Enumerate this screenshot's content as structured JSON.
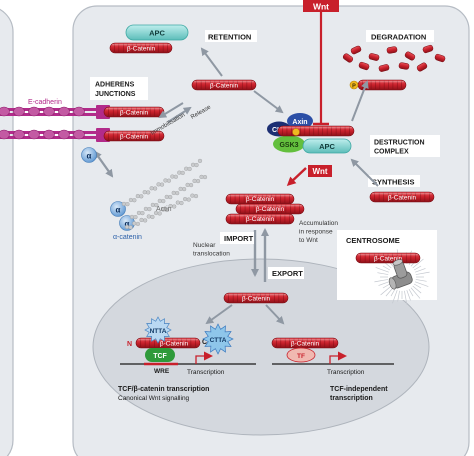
{
  "external_signal": {
    "label": "Wnt"
  },
  "retention": {
    "apc_label": "APC",
    "catenin_label": "β-Catenin",
    "heading": "RETENTION"
  },
  "degradation": {
    "heading": "DEGRADATION",
    "p_label": "P"
  },
  "adherens": {
    "heading_line1": "ADHERENS",
    "heading_line2": "JUNCTIONS",
    "ecadherin_label": "E-cadherin",
    "catenin_top": "β-Catenin",
    "catenin_bottom": "β-Catenin",
    "immobilisation": "Immobilisation",
    "release": "Release",
    "alpha": "α",
    "actin": "Actin",
    "alpha_catenin": "α-catenin"
  },
  "destruction": {
    "catenin_label": "β-Catenin",
    "axin": "Axin",
    "ck1": "CK1",
    "gsk3": "GSK3",
    "apc": "APC",
    "heading_line1": "DESTRUCTION",
    "heading_line2": "COMPLEX",
    "wnt_label": "Wnt"
  },
  "synthesis": {
    "heading": "SYNTHESIS",
    "catenin_label": "β-Catenin"
  },
  "cytoplasm": {
    "accumulated": [
      "β-Catenin",
      "β-Catenin",
      "β-Catenin"
    ],
    "accumulation_line1": "Accumulation",
    "accumulation_line2": "in response",
    "accumulation_line3": "to Wnt"
  },
  "transport": {
    "nuclear_line1": "Nuclear",
    "nuclear_line2": "translocation",
    "import": "IMPORT",
    "export": "EXPORT"
  },
  "centrosome": {
    "heading": "CENTROSOME",
    "catenin_label": "β-Catenin"
  },
  "nucleus": {
    "catenin_center": "β-Catenin",
    "nuclear_catenin_left": "β-Catenin",
    "nuclear_catenin_right": "β-Catenin",
    "n_label": "N",
    "c_label": "C",
    "ntta": "NTTA",
    "ctta": "CTTA",
    "tcf": "TCF",
    "wre": "WRE",
    "tf": "TF",
    "transcription_left": "Transcription",
    "transcription_right": "Transcription",
    "tcf_caption_line1": "TCF/β-catenin transcription",
    "tcf_caption_line2": "Canonical Wnt signalling",
    "indep_caption_line1": "TCF-independent",
    "indep_caption_line2": "transcription"
  },
  "colors": {
    "cell_fill": "#e7eaee",
    "nucleus_fill": "#d4d8de",
    "catenin_red": "#c8202b",
    "catenin_dark": "#8c1119",
    "apc_teal": "#7fd4d0",
    "axin_blue": "#2c4fa6",
    "ck1_navy": "#1d2f73",
    "gsk3_green": "#63bf3d",
    "tcf_green": "#2e9a3a",
    "ecadherin_magenta": "#b22b8a",
    "alpha_blue": "#6ba3d8",
    "arrow_gray": "#8f98a3",
    "label_box": "#ffffff"
  }
}
